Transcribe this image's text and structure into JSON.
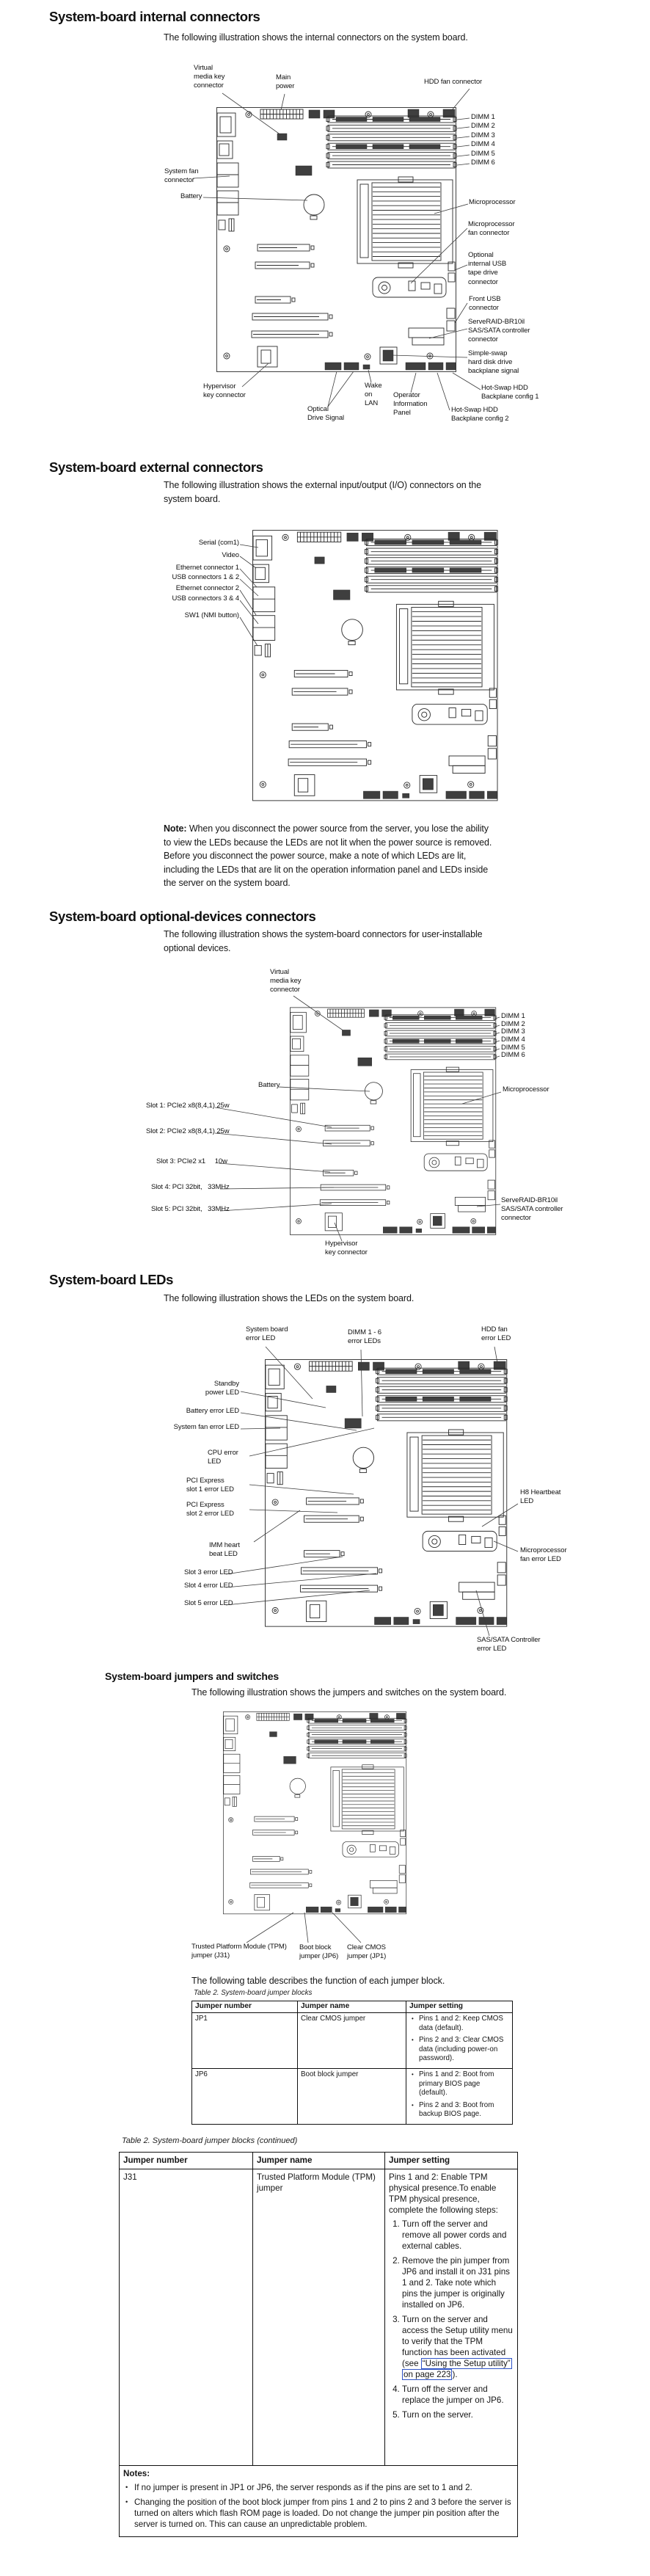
{
  "shared": {
    "virtual_media": "Virtual\nmedia key\nconnector",
    "dimm": [
      "DIMM 1",
      "DIMM 2",
      "DIMM 3",
      "DIMM 4",
      "DIMM 5",
      "DIMM 6"
    ],
    "battery": "Battery",
    "microprocessor": "Microprocessor",
    "serveraid": "ServeRAID-BR10il\nSAS/SATA controller\nconnector",
    "hypervisor": "Hypervisor\nkey connector"
  },
  "s1": {
    "title": "System-board internal connectors",
    "intro": "The following illustration shows the internal connectors on the system board.",
    "labels": {
      "main_power": "Main\npower",
      "hdd_fan": "HDD fan connector",
      "system_fan": "System fan\nconnector",
      "mp_fan": "Microprocessor\nfan connector",
      "usb_tape": "Optional\ninternal USB\ntape drive\nconnector",
      "front_usb": "Front USB\nconnector",
      "simple_swap": "Simple-swap\nhard disk drive\nbackplane signal",
      "hotswap1": "Hot-Swap HDD\nBackplane config 1",
      "hotswap2": "Hot-Swap HDD\nBackplane config 2",
      "operator": "Operator\nInformation\nPanel",
      "wake_lan": "Wake\non\nLAN",
      "optical": "Optical\nDrive Signal"
    }
  },
  "s2": {
    "title": "System-board external connectors",
    "intro": "The following illustration shows the external input/output (I/O) connectors on the\nsystem board.",
    "labels": {
      "serial": "Serial (com1)",
      "video": "Video",
      "eth1": "Ethernet connector 1",
      "usb12": "USB connectors 1 & 2",
      "eth2": "Ethernet connector 2",
      "usb34": "USB connectors 3 & 4",
      "sw1": "SW1 (NMI button)"
    },
    "note_label": "Note:",
    "note_text": "When you disconnect the power source from the server, you lose the ability\nto view the LEDs because the LEDs are not lit when the power source is removed.\nBefore you disconnect the power source, make a note of which LEDs are lit,\nincluding the LEDs that are lit on the operation information panel and LEDs inside\nthe server on the system board."
  },
  "s3": {
    "title": "System-board optional-devices connectors",
    "intro": "The following illustration shows the system-board connectors for user-installable\noptional devices.",
    "labels": {
      "slot1": "Slot 1: PCIe2 x8(8,4,1) 25w",
      "slot2": "Slot 2: PCIe2 x8(8,4,1) 25w",
      "slot3": "Slot 3: PCIe2 x1     10w",
      "slot4": "Slot 4: PCI 32bit,   33MHz",
      "slot5": "Slot 5: PCI 32bit,   33MHz"
    }
  },
  "s4": {
    "title": "System-board LEDs",
    "intro": "The following illustration shows the LEDs on the system board.",
    "labels": {
      "sysboard": "System board\nerror LED",
      "dimm_err": "DIMM 1 - 6\nerror LEDs",
      "hdd_fan_err": "HDD fan\nerror LED",
      "standby": "Standby\npower LED",
      "battery_err": "Battery error LED",
      "sysfan_err": "System fan error LED",
      "cpu_err": "CPU error\nLED",
      "pcie1": "PCI Express\nslot 1 error LED",
      "pcie2": "PCI Express\nslot 2 error LED",
      "imm": "IMM heart\nbeat LED",
      "slot3": "Slot 3 error LED",
      "slot4": "Slot 4 error LED",
      "slot5": "Slot 5 error LED",
      "h8": "H8 Heartbeat\nLED",
      "mp_fan_err": "Microprocessor\nfan error LED",
      "sas_err": "SAS/SATA Controller\nerror LED"
    }
  },
  "s5": {
    "title": "System-board jumpers and switches",
    "intro": "The following illustration shows the jumpers and switches on the system board.",
    "labels": {
      "tpm": "Trusted Platform Module (TPM)\njumper (J31)",
      "boot": "Boot block\njumper (JP6)",
      "cmos": "Clear CMOS\njumper (JP1)"
    },
    "table_intro": "The following table describes the function of each jumper block."
  },
  "t1": {
    "caption": "Table 2. System-board jumper blocks",
    "headers": [
      "Jumper number",
      "Jumper name",
      "Jumper setting"
    ],
    "rows": [
      {
        "number": "JP1",
        "name": "Clear CMOS jumper",
        "settings": [
          "Pins 1 and 2: Keep CMOS data (default).",
          "Pins 2 and 3: Clear CMOS data (including power-on password)."
        ]
      },
      {
        "number": "JP6",
        "name": "Boot block jumper",
        "settings": [
          "Pins 1 and 2: Boot from primary BIOS page (default).",
          "Pins 2 and 3: Boot from backup BIOS page."
        ]
      }
    ]
  },
  "t2": {
    "caption": "Table 2. System-board jumper blocks  (continued)",
    "headers": [
      "Jumper number",
      "Jumper name",
      "Jumper setting"
    ],
    "row": {
      "number": "J31",
      "name": "Trusted Platform Module (TPM) jumper",
      "intro": "Pins 1 and 2: Enable TPM physical presence.To enable TPM physical presence, complete the following steps:",
      "step1": "Turn off the server and remove all power cords and external cables.",
      "step2": "Remove the pin jumper from JP6 and install it on J31 pins 1 and 2. Take note which pins the jumper is originally installed on JP6.",
      "step3_pre": "Turn on the server and access the Setup utility menu to verify that the TPM function has been activated (see ",
      "step3_link": "“Using the Setup utility” on page 223",
      "step3_post": ").",
      "step4": "Turn off the server and replace the jumper on JP6.",
      "step5": "Turn on the server."
    },
    "notes_label": "Notes:",
    "notes": [
      "If no jumper is present in JP1 or JP6, the server responds as if the pins are set to 1 and 2.",
      "Changing the position of the boot block jumper from pins 1 and 2 to pins 2 and 3 before the server is turned on alters which flash ROM page is loaded. Do not change the jumper pin position after the server is turned on. This can cause an unpredictable problem."
    ]
  },
  "link_color": "#2f53c7"
}
